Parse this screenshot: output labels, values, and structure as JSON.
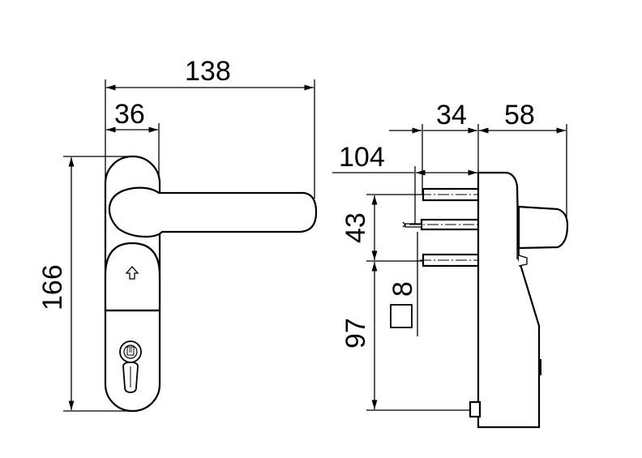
{
  "dimensions": {
    "total_length": "138",
    "rose_width": "36",
    "plate_height": "166",
    "projection_total": "104",
    "projection_inner": "34",
    "projection_outer": "58",
    "spindle_spacing": "43",
    "square_spindle": "8",
    "lower_offset": "97"
  },
  "colors": {
    "line": "#000000",
    "background": "#ffffff"
  },
  "icons": {
    "plate_arrow": "up-arrow-icon",
    "cylinder": "key-cylinder-icon"
  }
}
